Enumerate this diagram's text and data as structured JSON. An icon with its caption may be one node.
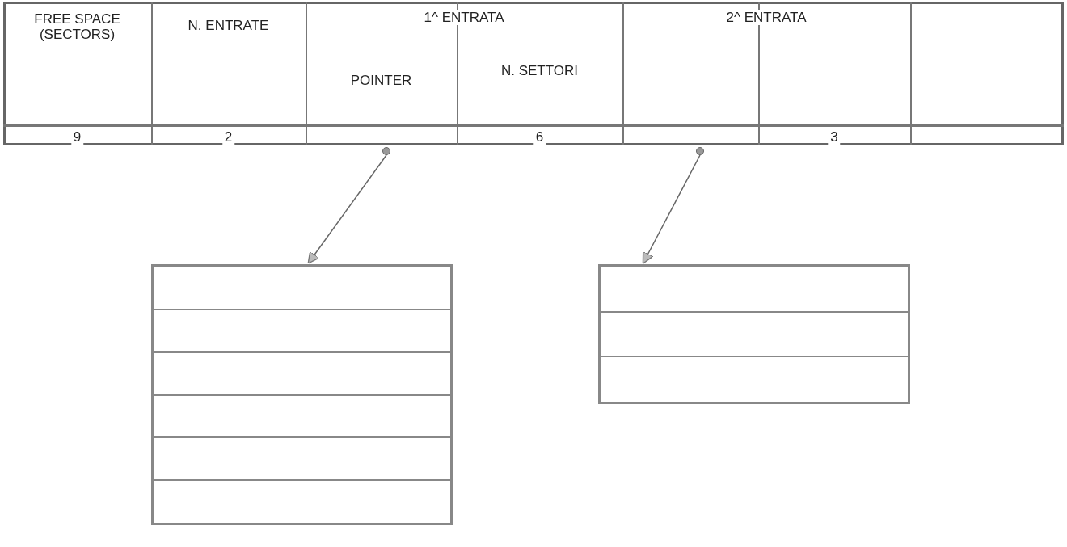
{
  "diagram": {
    "nodes": [
      {
        "text": [],
        "shape": "circle"
      },
      {
        "text": [],
        "shape": "circle"
      },
      {
        "text": [],
        "shape": "box"
      },
      {
        "text": [],
        "shape": "box"
      }
    ],
    "edges": [
      {
        "from": 0,
        "to": 2,
        "arrow": "to"
      },
      {
        "from": 1,
        "to": 3,
        "arrow": "to"
      }
    ],
    "labels": [
      "FREE SPACE (SECTORS)",
      "N. ENTRATE",
      "1^ ENTRATA",
      "2^ ENTRATA",
      "POINTER",
      "N. SETTORI",
      "9",
      "2",
      "6",
      "3"
    ]
  }
}
